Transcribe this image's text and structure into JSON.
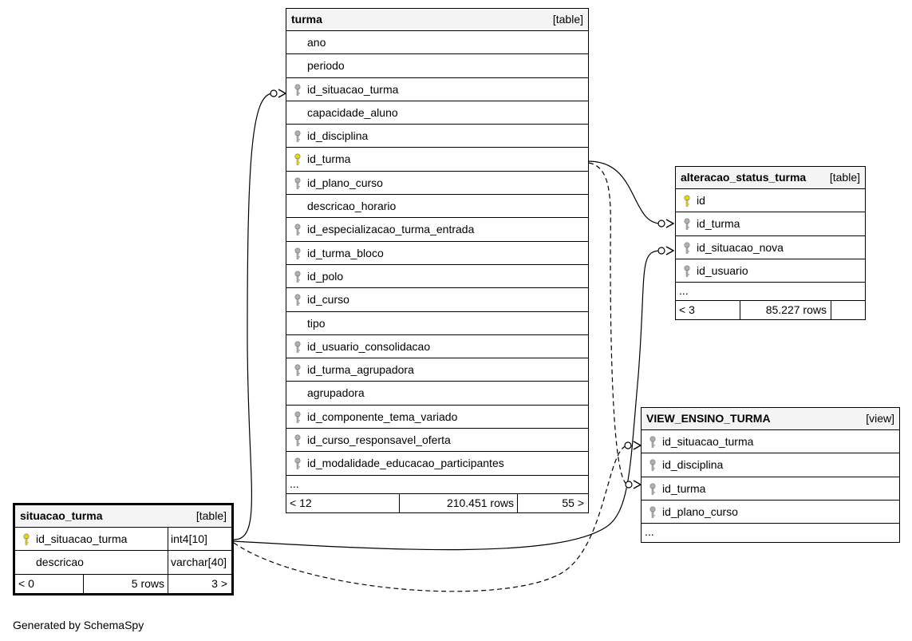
{
  "footer_text": "Generated by SchemaSpy",
  "tables": {
    "turma": {
      "name": "turma",
      "kind": "[table]",
      "columns": [
        {
          "name": "ano",
          "key": "none"
        },
        {
          "name": "periodo",
          "key": "none"
        },
        {
          "name": "id_situacao_turma",
          "key": "fk"
        },
        {
          "name": "capacidade_aluno",
          "key": "none"
        },
        {
          "name": "id_disciplina",
          "key": "fk"
        },
        {
          "name": "id_turma",
          "key": "pk"
        },
        {
          "name": "id_plano_curso",
          "key": "fk"
        },
        {
          "name": "descricao_horario",
          "key": "none"
        },
        {
          "name": "id_especializacao_turma_entrada",
          "key": "fk"
        },
        {
          "name": "id_turma_bloco",
          "key": "fk"
        },
        {
          "name": "id_polo",
          "key": "fk"
        },
        {
          "name": "id_curso",
          "key": "fk"
        },
        {
          "name": "tipo",
          "key": "none"
        },
        {
          "name": "id_usuario_consolidacao",
          "key": "fk"
        },
        {
          "name": "id_turma_agrupadora",
          "key": "fk"
        },
        {
          "name": "agrupadora",
          "key": "none"
        },
        {
          "name": "id_componente_tema_variado",
          "key": "fk"
        },
        {
          "name": "id_curso_responsavel_oferta",
          "key": "fk"
        },
        {
          "name": "id_modalidade_educacao_participantes",
          "key": "fk"
        }
      ],
      "ellipsis": "...",
      "footer": {
        "parents": "< 12",
        "rows": "210.451 rows",
        "children": "55 >"
      }
    },
    "alteracao_status_turma": {
      "name": "alteracao_status_turma",
      "kind": "[table]",
      "columns": [
        {
          "name": "id",
          "key": "pk"
        },
        {
          "name": "id_turma",
          "key": "fk"
        },
        {
          "name": "id_situacao_nova",
          "key": "fk"
        },
        {
          "name": "id_usuario",
          "key": "fk"
        }
      ],
      "ellipsis": "...",
      "footer": {
        "parents": "< 3",
        "rows": "85.227 rows",
        "children": ""
      }
    },
    "view_ensino_turma": {
      "name": "VIEW_ENSINO_TURMA",
      "kind": "[view]",
      "columns": [
        {
          "name": "id_situacao_turma",
          "key": "fk"
        },
        {
          "name": "id_disciplina",
          "key": "fk"
        },
        {
          "name": "id_turma",
          "key": "fk"
        },
        {
          "name": "id_plano_curso",
          "key": "fk"
        }
      ],
      "ellipsis": "..."
    },
    "situacao_turma": {
      "name": "situacao_turma",
      "kind": "[table]",
      "columns": [
        {
          "name": "id_situacao_turma",
          "key": "pk",
          "type": "int4[10]"
        },
        {
          "name": "descricao",
          "key": "none",
          "type": "varchar[40]"
        }
      ],
      "footer": {
        "parents": "< 0",
        "rows": "5 rows",
        "children": "3 >"
      }
    }
  },
  "colors": {
    "pk_icon": "#e8d800",
    "fk_icon": "#b0b0b0",
    "header_bg": "#f4f4f4"
  }
}
